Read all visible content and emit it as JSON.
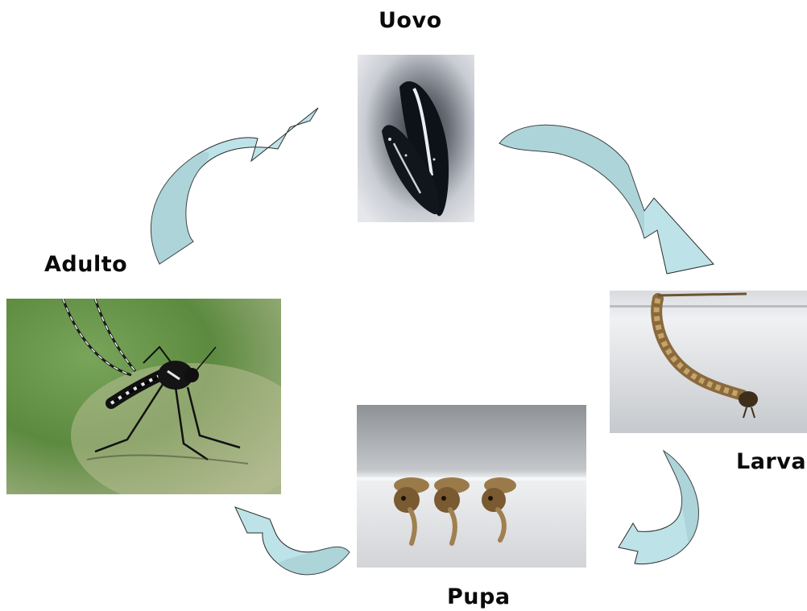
{
  "stages": {
    "egg": {
      "label": "Uovo",
      "icon": "mosquito-egg-photo"
    },
    "larva": {
      "label": "Larva",
      "icon": "mosquito-larva-photo"
    },
    "pupa": {
      "label": "Pupa",
      "icon": "mosquito-pupa-photo"
    },
    "adult": {
      "label": "Adulto",
      "icon": "adult-mosquito-photo"
    }
  },
  "colors": {
    "arrow_fill": "#bde3e8",
    "arrow_shade": "#8eb6bc",
    "arrow_stroke": "#2b2b2b",
    "label_text": "#0a0a0a",
    "background": "#ffffff"
  }
}
